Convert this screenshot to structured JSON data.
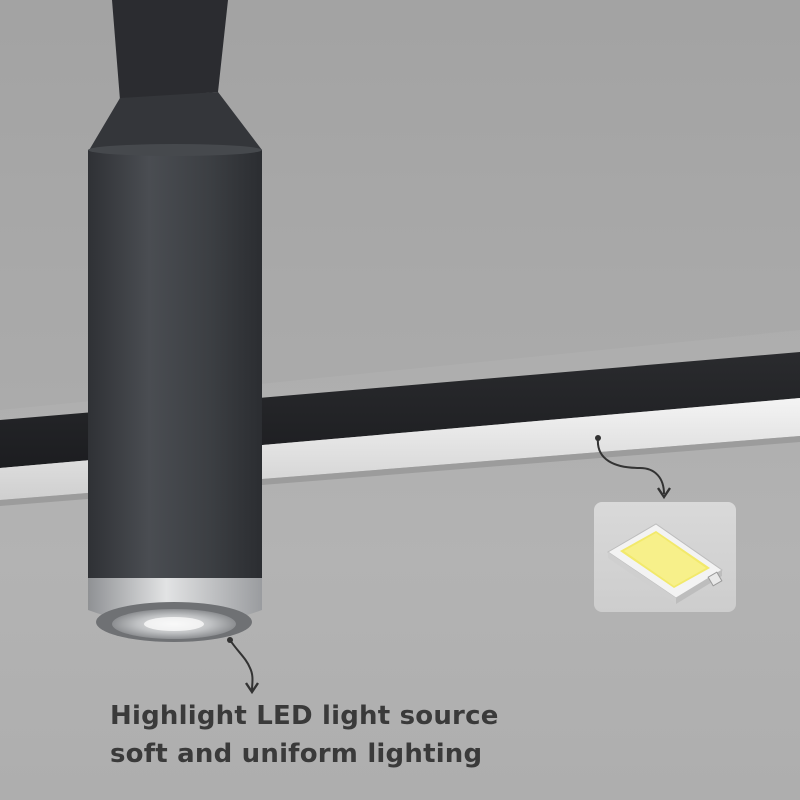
{
  "scene": {
    "description_icons": [
      "ceiling-spotlight",
      "linear-light-bar",
      "smd-led-chip"
    ],
    "colors": {
      "wall": "#a9a9a9",
      "fixture_body": "#3f4246",
      "silver_ring": "#c9cbcd",
      "led_yellow": "#f2e96b",
      "caption_text": "#3a3a3a"
    }
  },
  "caption": {
    "line1": "Highlight LED light source",
    "line2": "soft and uniform lighting"
  }
}
